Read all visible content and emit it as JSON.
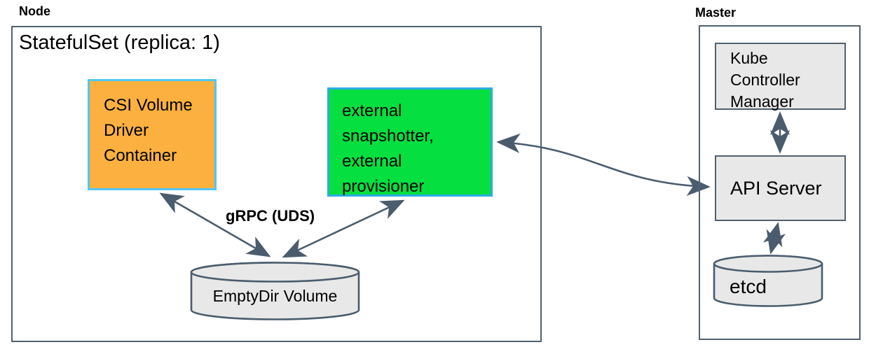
{
  "diagram": {
    "node": {
      "label": "Node",
      "statefulset_title": "StatefulSet (replica: 1)"
    },
    "csi_box": {
      "text": "CSI Volume\nDriver\nContainer",
      "fill": "#FBB03F",
      "border": "#4FC8F4"
    },
    "sidecar_box": {
      "text": "external\nsnapshotter,\nexternal\nprovisioner",
      "fill": "#06DF40",
      "border": "#2BACE2"
    },
    "grpc_label": "gRPC (UDS)",
    "emptydir_volume": {
      "label": "EmptyDir Volume",
      "fill": "#E8E8E8"
    },
    "master": {
      "label": "Master"
    },
    "kube_controller_manager": {
      "text": "Kube\nController\nManager",
      "fill": "#E8E8E8"
    },
    "api_server": {
      "label": "API Server",
      "fill": "#E8E8E8"
    },
    "etcd": {
      "label": "etcd",
      "fill": "#E8E8E8"
    },
    "colors": {
      "arrow": "#4A5C6D",
      "box_border": "#51616F",
      "text": "#000000",
      "background": "#FFFFFF"
    },
    "connections": [
      "CSI Volume Driver Container <-> EmptyDir Volume (gRPC UDS)",
      "external snapshotter/provisioner <-> EmptyDir Volume (gRPC UDS)",
      "external snapshotter/provisioner <-> API Server",
      "Kube Controller Manager <-> API Server",
      "API Server <-> etcd"
    ]
  }
}
